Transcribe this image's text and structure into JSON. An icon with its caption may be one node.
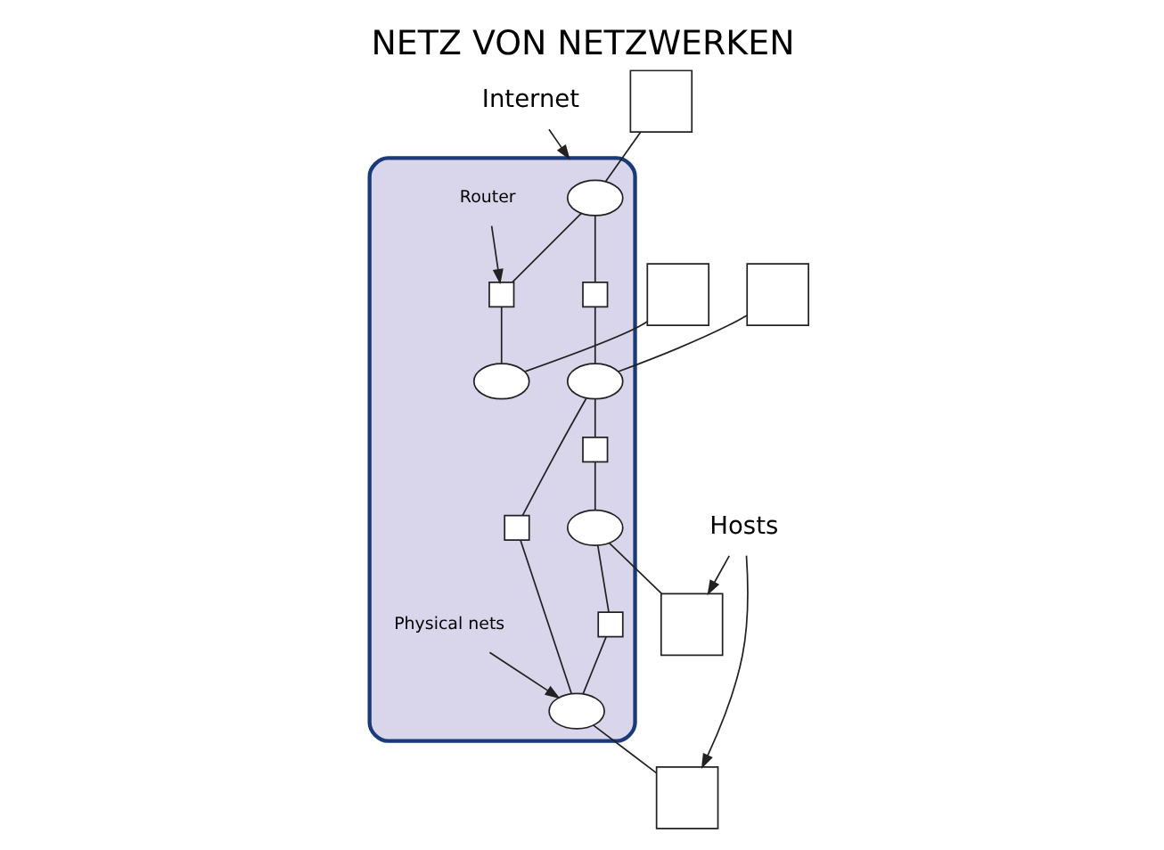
{
  "diagram": {
    "title": "NETZ VON NETZWERKEN",
    "nodes": [
      {
        "text": [
          "Internet"
        ]
      },
      {
        "text": [],
        "shape": "cloud"
      },
      {
        "text": [],
        "shape": "cloud",
        "in": 1
      },
      {
        "text": [],
        "shape": "cloud",
        "in": 1
      },
      {
        "text": [],
        "shape": "cloud",
        "in": 1
      },
      {
        "text": [],
        "shape": "cloud",
        "in": 1
      },
      {
        "text": [],
        "shape": "cloud",
        "in": 1
      },
      {
        "text": [],
        "shape": "box",
        "in": 1
      },
      {
        "text": [],
        "shape": "box",
        "in": 1
      },
      {
        "text": [],
        "shape": "box",
        "in": 1
      },
      {
        "text": [],
        "shape": "box",
        "in": 1
      },
      {
        "text": [],
        "shape": "box",
        "in": 1
      },
      {
        "text": [
          "Router"
        ],
        "in": 1
      },
      {
        "text": [
          "Physical nets"
        ],
        "in": 1
      },
      {
        "text": [
          "Hosts"
        ]
      },
      {
        "text": [],
        "shape": "box"
      },
      {
        "text": [],
        "shape": "box"
      },
      {
        "text": [],
        "shape": "box"
      },
      {
        "text": [],
        "shape": "box"
      },
      {
        "text": [],
        "shape": "box"
      }
    ],
    "edges": [
      {
        "from": 0,
        "to": 1,
        "arrow": "to"
      },
      {
        "from": 2,
        "to": 7,
        "arrow": "none"
      },
      {
        "from": 7,
        "to": 3,
        "arrow": "none"
      },
      {
        "from": 2,
        "to": 8,
        "arrow": "none"
      },
      {
        "from": 8,
        "to": 4,
        "arrow": "none"
      },
      {
        "from": 4,
        "to": 9,
        "arrow": "none"
      },
      {
        "from": 9,
        "to": 5,
        "arrow": "none"
      },
      {
        "from": 4,
        "to": 10,
        "arrow": "none"
      },
      {
        "from": 10,
        "to": 6,
        "arrow": "none"
      },
      {
        "from": 5,
        "to": 11,
        "arrow": "none"
      },
      {
        "from": 11,
        "to": 6,
        "arrow": "none"
      },
      {
        "from": 12,
        "to": 7,
        "arrow": "to"
      },
      {
        "from": 13,
        "to": 6,
        "arrow": "to"
      },
      {
        "from": 15,
        "to": 2,
        "arrow": "none"
      },
      {
        "from": 16,
        "to": 3,
        "arrow": "none"
      },
      {
        "from": 17,
        "to": 4,
        "arrow": "none"
      },
      {
        "from": 5,
        "to": 18,
        "arrow": "none"
      },
      {
        "from": 6,
        "to": 19,
        "arrow": "none"
      },
      {
        "from": 14,
        "to": 18,
        "arrow": "to"
      },
      {
        "from": 14,
        "to": 19,
        "arrow": "to"
      }
    ]
  }
}
